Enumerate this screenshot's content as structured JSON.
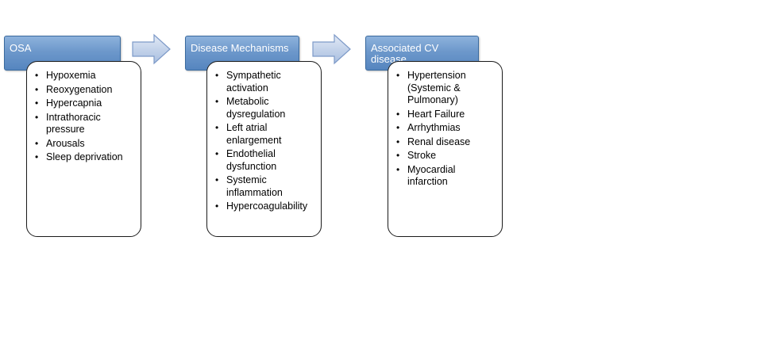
{
  "columns": [
    {
      "header": "OSA",
      "items": [
        "Hypoxemia",
        "Reoxygenation",
        "Hypercapnia",
        "Intrathoracic pressure",
        "Arousals",
        "Sleep deprivation"
      ]
    },
    {
      "header": "Disease Mechanisms",
      "items": [
        "Sympathetic activation",
        "Metabolic dysregulation",
        "Left atrial enlargement",
        "Endothelial dysfunction",
        "Systemic inflammation",
        "Hypercoagulability"
      ]
    },
    {
      "header": "Associated CV disease",
      "items": [
        "Hypertension (Systemic & Pulmonary)",
        "Heart Failure",
        "Arrhythmias",
        "Renal disease",
        "Stroke",
        "Myocardial infarction"
      ]
    }
  ],
  "colors": {
    "header_fill": "#6d98cb",
    "header_border": "#3a6a9e",
    "arrow_fill": "#c4d3ea",
    "arrow_border": "#7d9ac8",
    "card_border": "#1a1a1a"
  },
  "icons": {
    "arrow": "right-arrow-icon",
    "bullet": "bullet-icon"
  }
}
